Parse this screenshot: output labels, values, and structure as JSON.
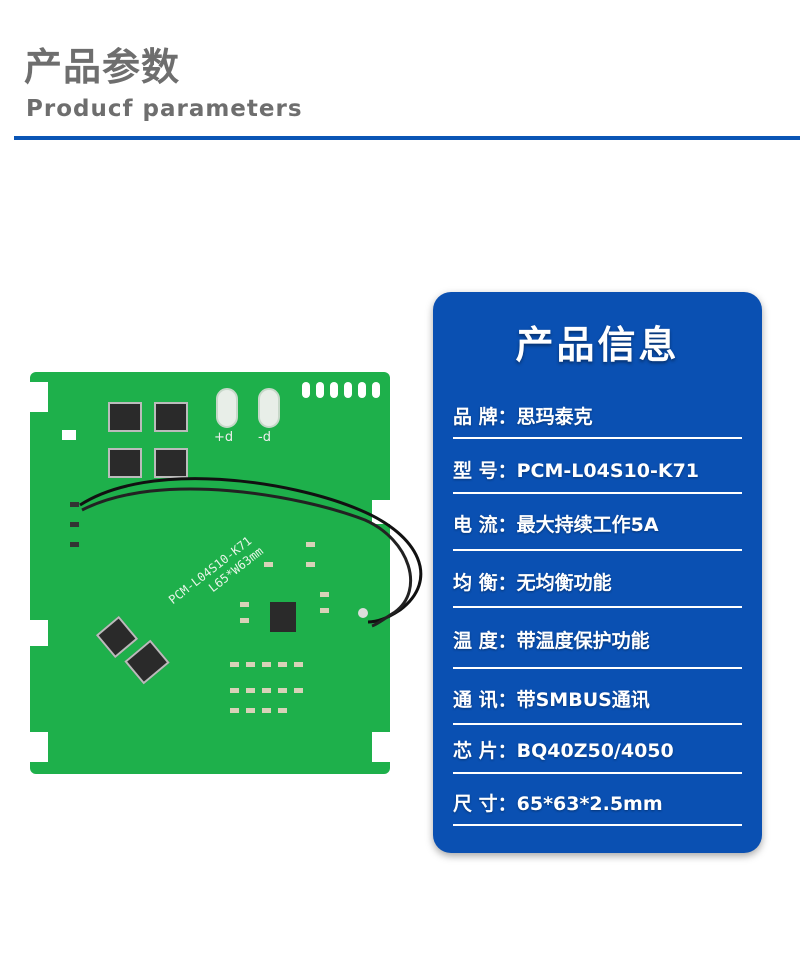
{
  "header": {
    "title_cn": "产品参数",
    "title_en": "Producf parameters",
    "accent": "#0a55b5"
  },
  "product_image": {
    "silkscreen_model": "PCM-L04S10-K71",
    "silkscreen_size": "L65*W63mm",
    "pad_plus": "+d",
    "pad_minus": "-d"
  },
  "card": {
    "title": "产品信息",
    "background": "#0a50b2",
    "rows": [
      {
        "label": "品 牌：",
        "value": "思玛泰克"
      },
      {
        "label": "型  号：",
        "value": "PCM-L04S10-K71"
      },
      {
        "label": "电  流：",
        "value": "最大持续工作5A"
      },
      {
        "label": "均  衡：",
        "value": "无均衡功能"
      },
      {
        "label": "温  度：",
        "value": "带温度保护功能"
      },
      {
        "label": "通  讯：",
        "value": "带SMBUS通讯"
      },
      {
        "label": "芯  片：",
        "value": "BQ40Z50/4050"
      },
      {
        "label": "尺  寸：",
        "value": "65*63*2.5mm"
      }
    ]
  }
}
